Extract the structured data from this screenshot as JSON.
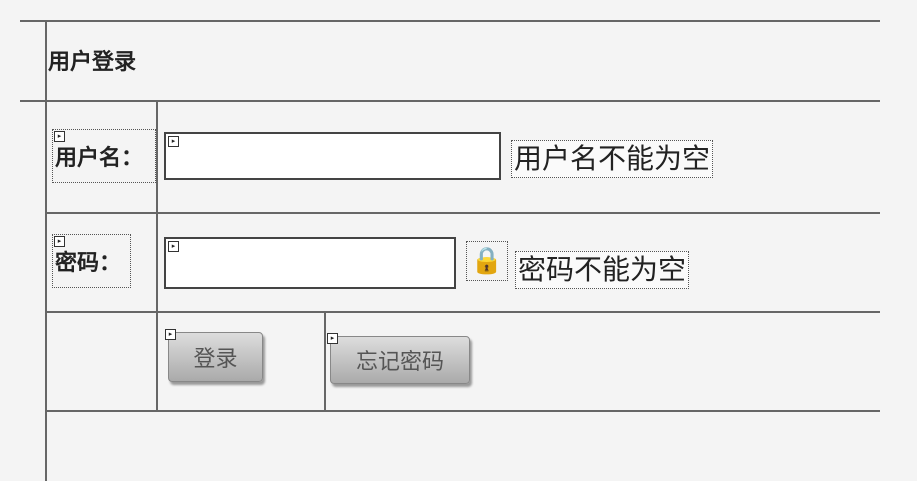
{
  "title": "用户登录",
  "form": {
    "username_label": "用户名：",
    "username_value": "",
    "username_error": "用户名不能为空",
    "password_label": "密码：",
    "password_value": "",
    "password_error": "密码不能为空",
    "login_button": "登录",
    "forgot_button": "忘记密码"
  }
}
